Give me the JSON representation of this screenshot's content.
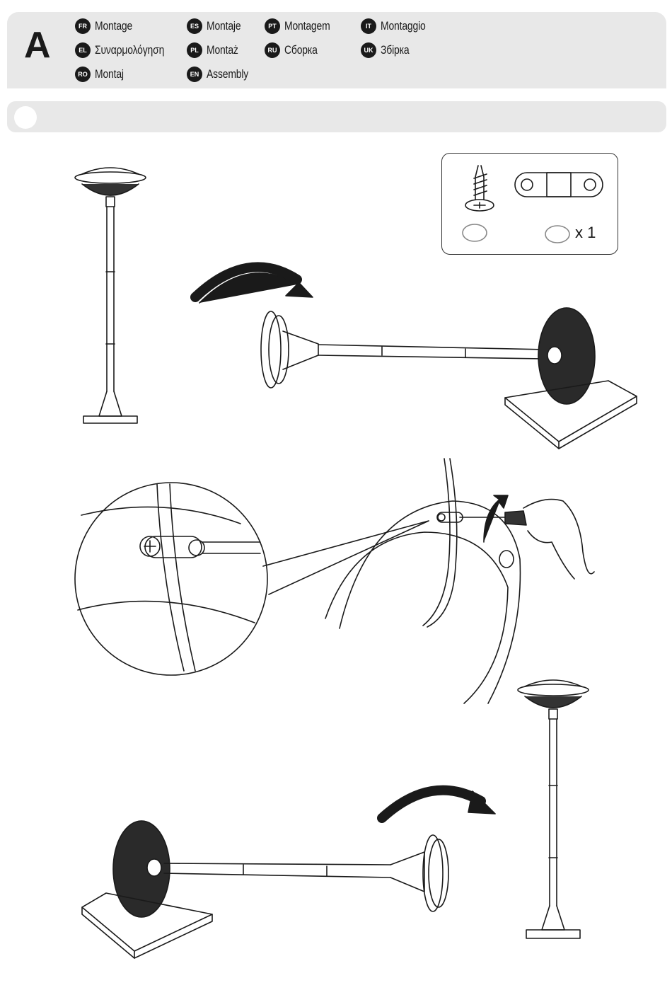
{
  "section": {
    "letter": "A"
  },
  "languages": [
    {
      "code": "FR",
      "label": "Montage"
    },
    {
      "code": "ES",
      "label": "Montaje"
    },
    {
      "code": "PT",
      "label": "Montagem"
    },
    {
      "code": "IT",
      "label": "Montaggio"
    },
    {
      "code": "EL",
      "label": "Συναρμολόγηση"
    },
    {
      "code": "PL",
      "label": "Montaż"
    },
    {
      "code": "RU",
      "label": "Сборка"
    },
    {
      "code": "UK",
      "label": "Збірка"
    },
    {
      "code": "RO",
      "label": "Montaj"
    },
    {
      "code": "EN",
      "label": "Assembly"
    }
  ],
  "parts": {
    "quantity": "x 1",
    "items": [
      {
        "icon": "screw-icon"
      },
      {
        "icon": "cable-clip-icon"
      }
    ]
  },
  "colors": {
    "panel": "#e8e8e8",
    "ink": "#1a1a1a"
  }
}
